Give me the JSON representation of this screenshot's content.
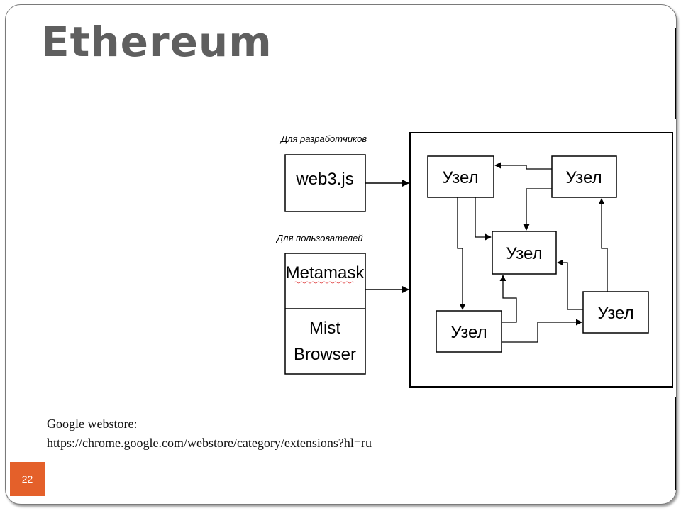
{
  "slide": {
    "title": "Ethereum",
    "page_number": "22"
  },
  "diagram": {
    "developers_label": "Для разработчиков",
    "users_label": "Для пользователей",
    "web3_label": "web3.js",
    "metamask_label": "Metamask",
    "mist_line1": "Mist",
    "mist_line2": "Browser",
    "node_label": "Узел"
  },
  "note": {
    "line1": "Google webstore:",
    "line2": "https://chrome.google.com/webstore/category/extensions?hl=ru"
  }
}
